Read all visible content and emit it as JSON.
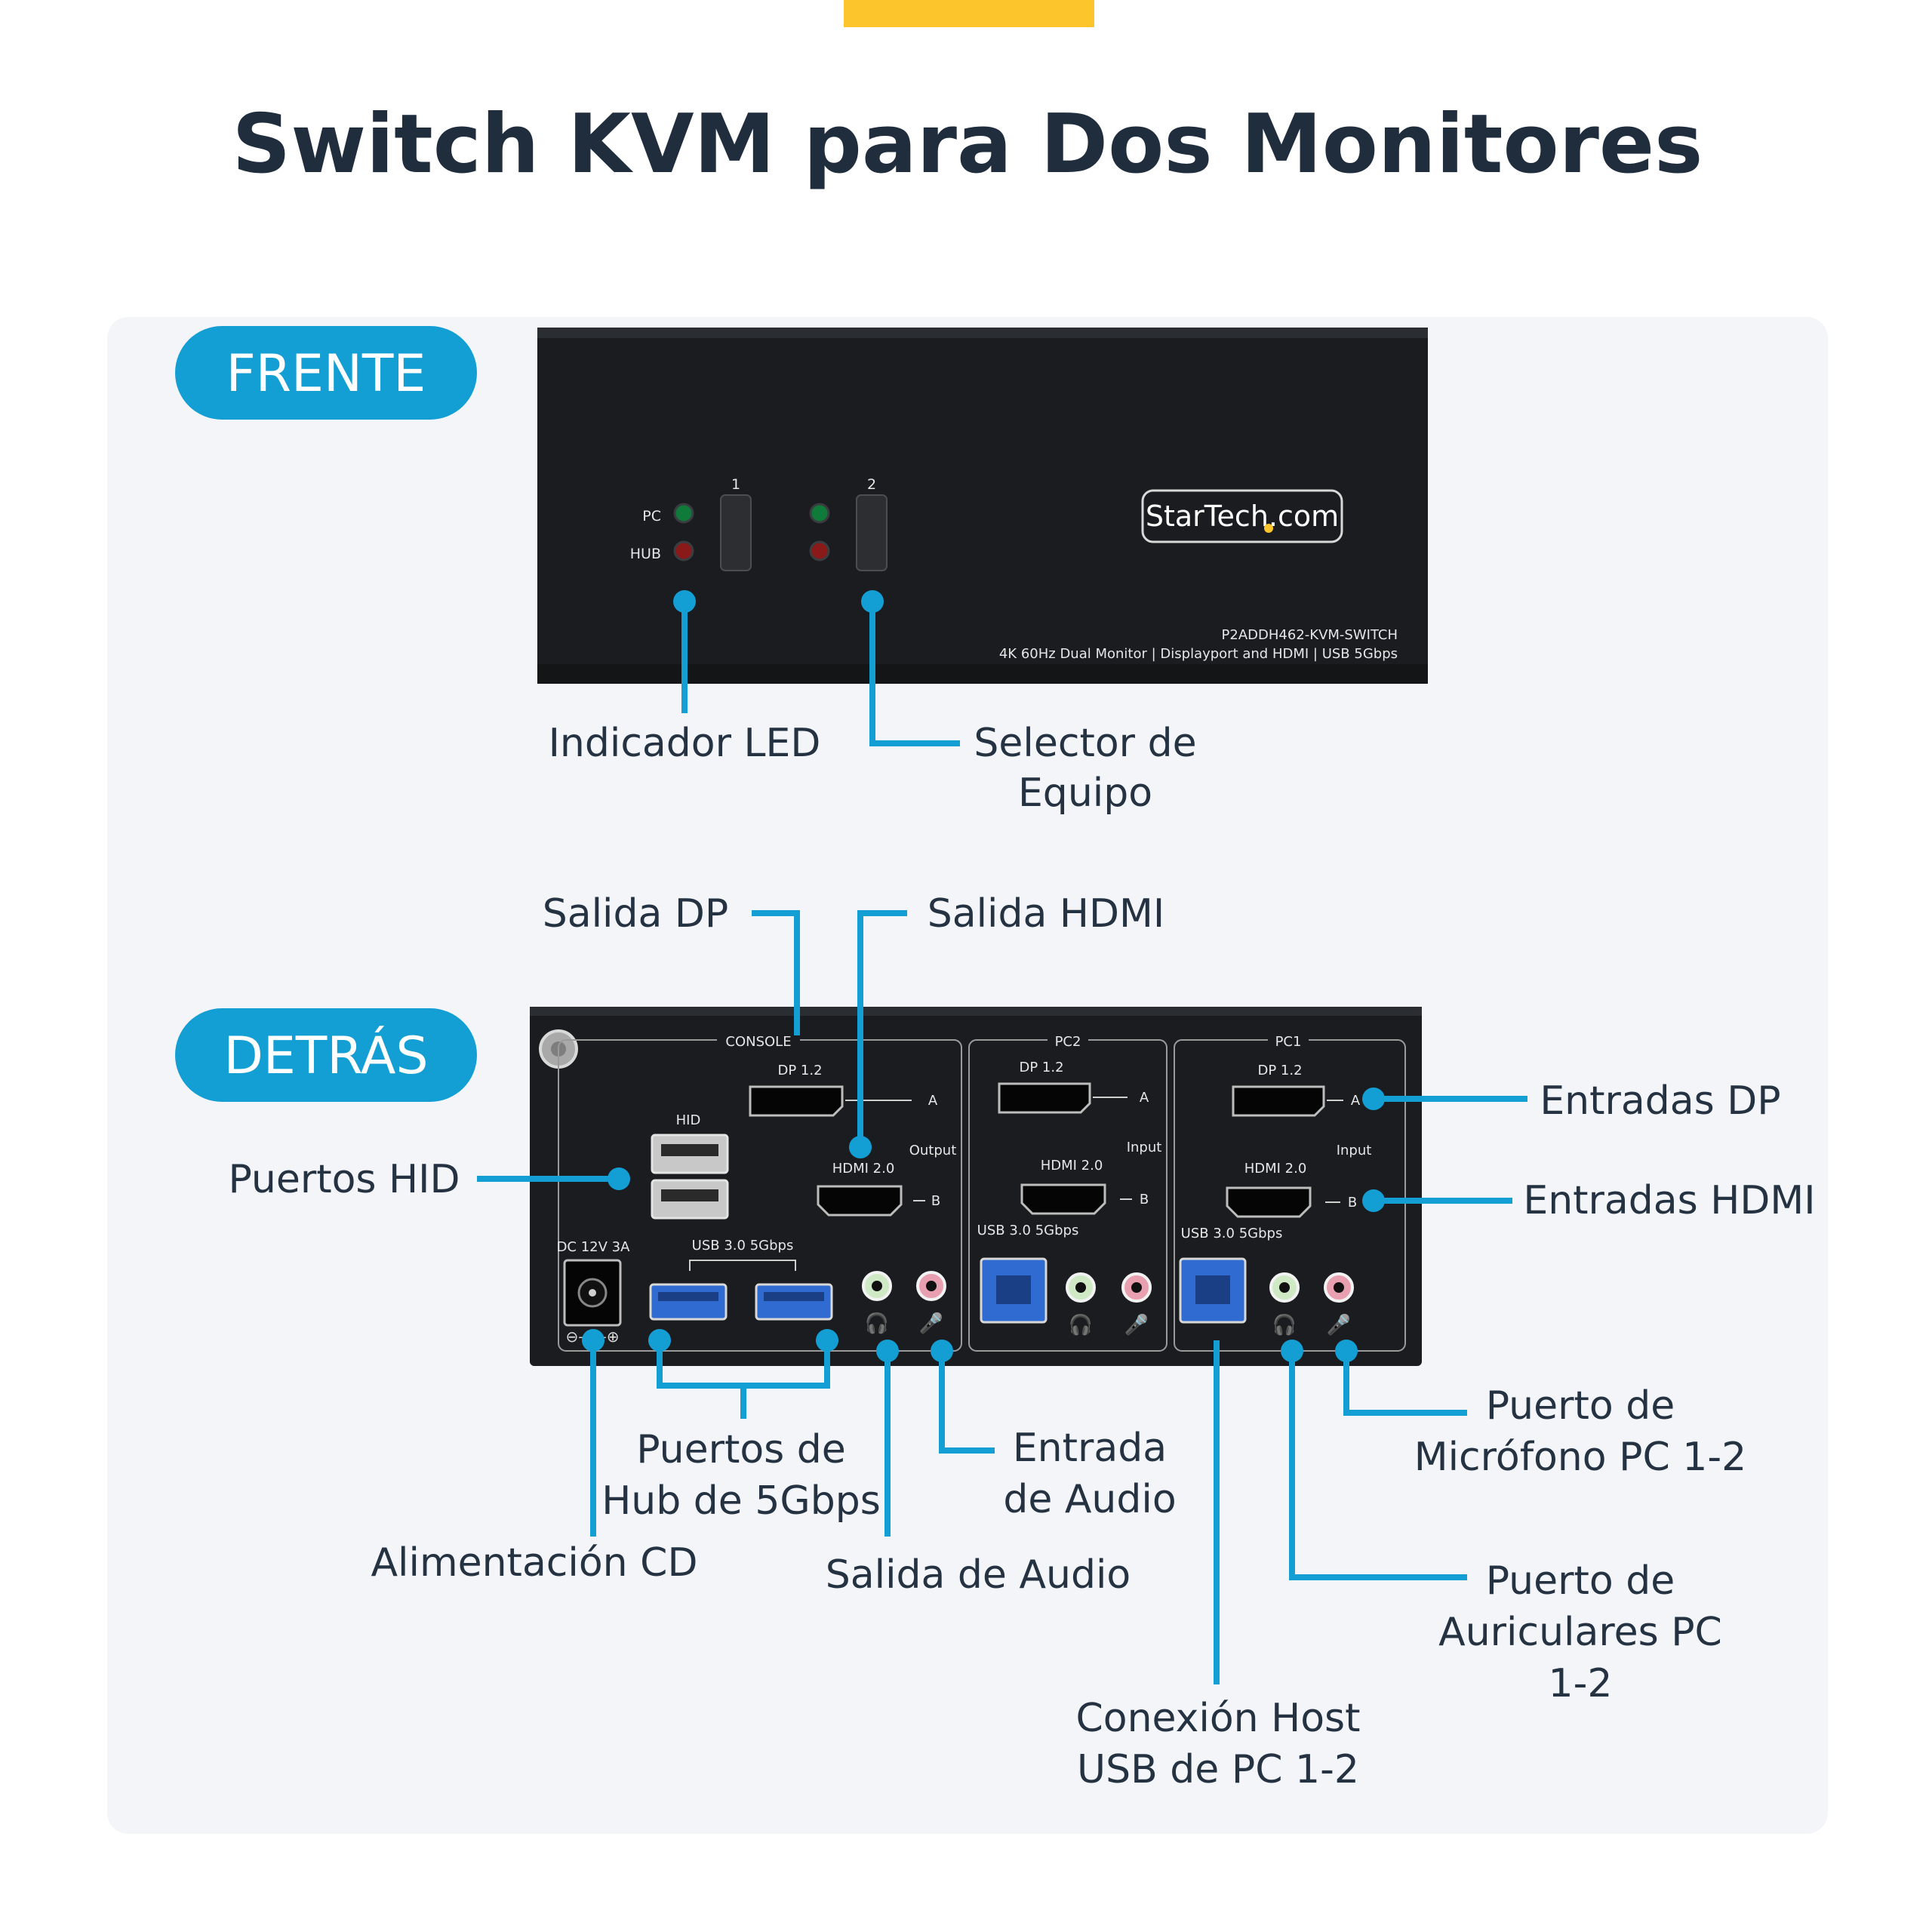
{
  "title": "Switch KVM para Dos Monitores",
  "colors": {
    "accent_blue": "#139fd4",
    "accent_yellow": "#fcc52c",
    "device_body": "#1a1c1f",
    "text_dark": "#243242",
    "background_panel": "#f3f5f8"
  },
  "sections": {
    "front": "FRENTE",
    "back": "DETRÁS"
  },
  "front_panel": {
    "led_labels": {
      "pc": "PC",
      "hub": "HUB"
    },
    "buttons": [
      "1",
      "2"
    ],
    "brand": "StarTech.com",
    "model": "P2ADDH462-KVM-SWITCH",
    "description": "4K 60Hz Dual Monitor | Displayport and HDMI | USB 5Gbps"
  },
  "back_panel": {
    "groups": {
      "console": "CONSOLE",
      "pc2": "PC2",
      "pc1": "PC1"
    },
    "port_labels": {
      "dp": "DP 1.2",
      "hdmi": "HDMI 2.0",
      "usb": "USB 3.0 5Gbps",
      "hid": "HID",
      "dc": "DC 12V 3A",
      "output": "Output",
      "input": "Input",
      "a": "A",
      "b": "B"
    }
  },
  "callouts": {
    "led": "Indicador LED",
    "selector_1": "Selector de",
    "selector_2": "Equipo",
    "dp_out": "Salida DP",
    "hdmi_out": "Salida HDMI",
    "hid_ports": "Puertos HID",
    "dp_in": "Entradas DP",
    "hdmi_in": "Entradas HDMI",
    "hub_1": "Puertos de",
    "hub_2": "Hub de 5Gbps",
    "power": "Alimentación CD",
    "audio_in_1": "Entrada",
    "audio_in_2": "de Audio",
    "audio_out": "Salida de Audio",
    "mic_1": "Puerto de",
    "mic_2": "Micrófono PC 1-2",
    "headphone_1": "Puerto de",
    "headphone_2": "Auriculares PC",
    "headphone_3": "1-2",
    "host_1": "Conexión Host",
    "host_2": "USB de PC 1-2"
  }
}
